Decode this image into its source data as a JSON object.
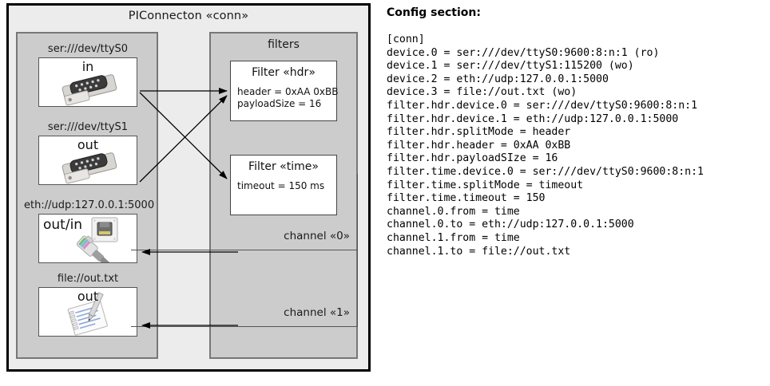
{
  "diagram": {
    "title": "PIConnecton «conn»",
    "devices_panel": {
      "name": "devices",
      "items": [
        {
          "label": "ser:///dev/ttyS0",
          "direction": "in",
          "icon": "serial-port-icon"
        },
        {
          "label": "ser:///dev/ttyS1",
          "direction": "out",
          "icon": "serial-port-icon"
        },
        {
          "label": "eth://udp:127.0.0.1:5000",
          "direction": "out/in",
          "icon": "ethernet-plug-icon"
        },
        {
          "label": "file://out.txt",
          "direction": "out",
          "icon": "text-file-icon"
        }
      ]
    },
    "filters_panel": {
      "title": "filters",
      "filters": [
        {
          "title": "Filter «hdr»",
          "props": [
            "header = 0xAA 0xBB",
            "payloadSize = 16"
          ]
        },
        {
          "title": "Filter «time»",
          "props": [
            "timeout = 150 ms"
          ]
        }
      ],
      "channels": [
        {
          "label": "channel «0»"
        },
        {
          "label": "channel «1»"
        }
      ]
    },
    "colors": {
      "outer_border": "#000000",
      "outer_fill": "#ececec",
      "panel_fill": "#cccccc",
      "panel_border": "#777777",
      "box_fill": "#ffffff",
      "box_border": "#444444",
      "arrow": "#000000"
    }
  },
  "config": {
    "heading": "Config section:",
    "lines": [
      "[conn]",
      "device.0 = ser:///dev/ttyS0:9600:8:n:1 (ro)",
      "device.1 = ser:///dev/ttyS1:115200 (wo)",
      "device.2 = eth://udp:127.0.0.1:5000",
      "device.3 = file://out.txt (wo)",
      "filter.hdr.device.0 = ser:///dev/ttyS0:9600:8:n:1",
      "filter.hdr.device.1 = eth://udp:127.0.0.1:5000",
      "filter.hdr.splitMode = header",
      "filter.hdr.header = 0xAA 0xBB",
      "filter.hdr.payloadSIze = 16",
      "filter.time.device.0 = ser:///dev/ttyS0:9600:8:n:1",
      "filter.time.splitMode = timeout",
      "filter.time.timeout = 150",
      "channel.0.from = time",
      "channel.0.to = eth://udp:127.0.0.1:5000",
      "channel.1.from = time",
      "channel.1.to = file://out.txt"
    ]
  }
}
